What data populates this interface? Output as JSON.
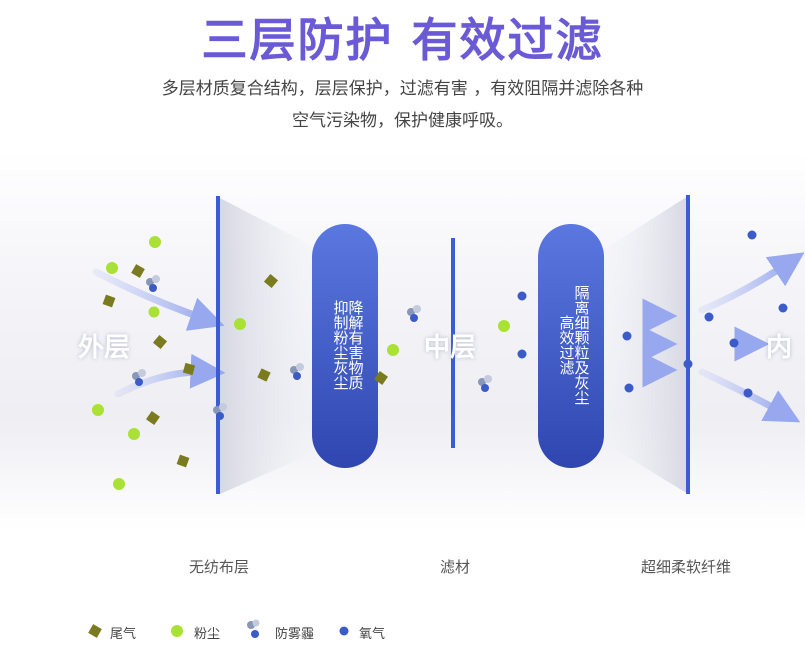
{
  "header": {
    "title": "三层防护 有效过滤",
    "description_line1": "多层材质复合结构，层层保护，过滤有害 ，有效阻隔并滤除各种",
    "description_line2": "空气污染物，保护健康呼吸。"
  },
  "diagram": {
    "zones": {
      "outer": "外层",
      "middle": "中层",
      "inner": "内"
    },
    "capsules": {
      "left": {
        "col1": "抑制粉尘灰尘",
        "col2": "降解有害物质"
      },
      "right": {
        "col1": "高效过滤",
        "col2": "隔离细颗粒及灰尘"
      }
    },
    "layers": {
      "left": "无纺布层",
      "middle": "滤材",
      "right": "超细柔软纤维"
    }
  },
  "legend": {
    "exhaust": "尾气",
    "dust": "粉尘",
    "haze": "防雾霾",
    "oxygen": "氧气"
  },
  "colors": {
    "title": "#6a5ad6",
    "capsule": "#3a57c8",
    "filter_line": "#3d5bd6",
    "arrow": "#a9b6ee",
    "exhaust": "#7a7a1e",
    "dust": "#a9e234",
    "oxygen": "#3a5bc8"
  }
}
